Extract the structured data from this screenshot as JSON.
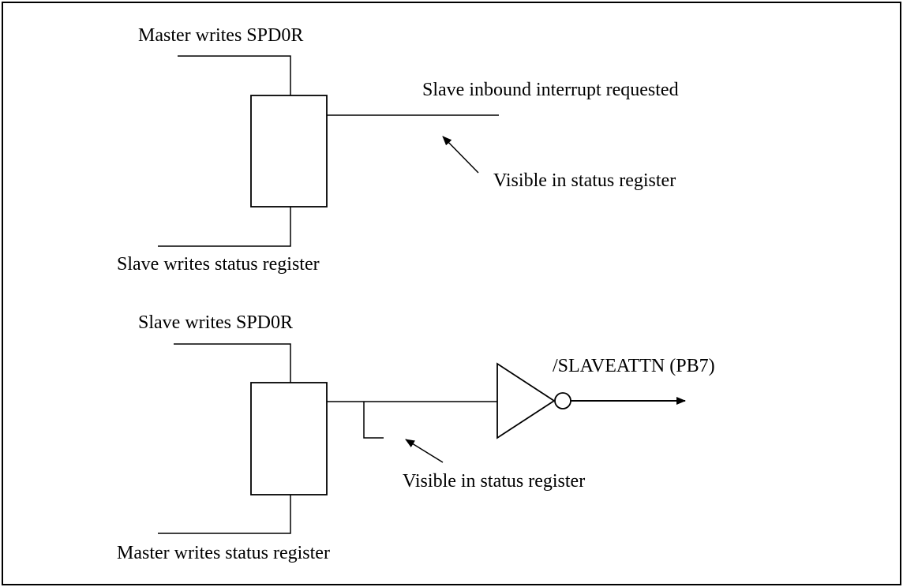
{
  "top_section": {
    "master_writes_label": "Master writes SPD0R",
    "slave_writes_status_label": "Slave writes status register",
    "output_label": "Slave inbound interrupt requested",
    "visible_label": "Visible in status register"
  },
  "bottom_section": {
    "slave_writes_label": "Slave writes SPD0R",
    "master_writes_status_label": "Master writes status register",
    "output_label": "/SLAVEATTN (PB7)",
    "visible_label": "Visible in status register"
  }
}
